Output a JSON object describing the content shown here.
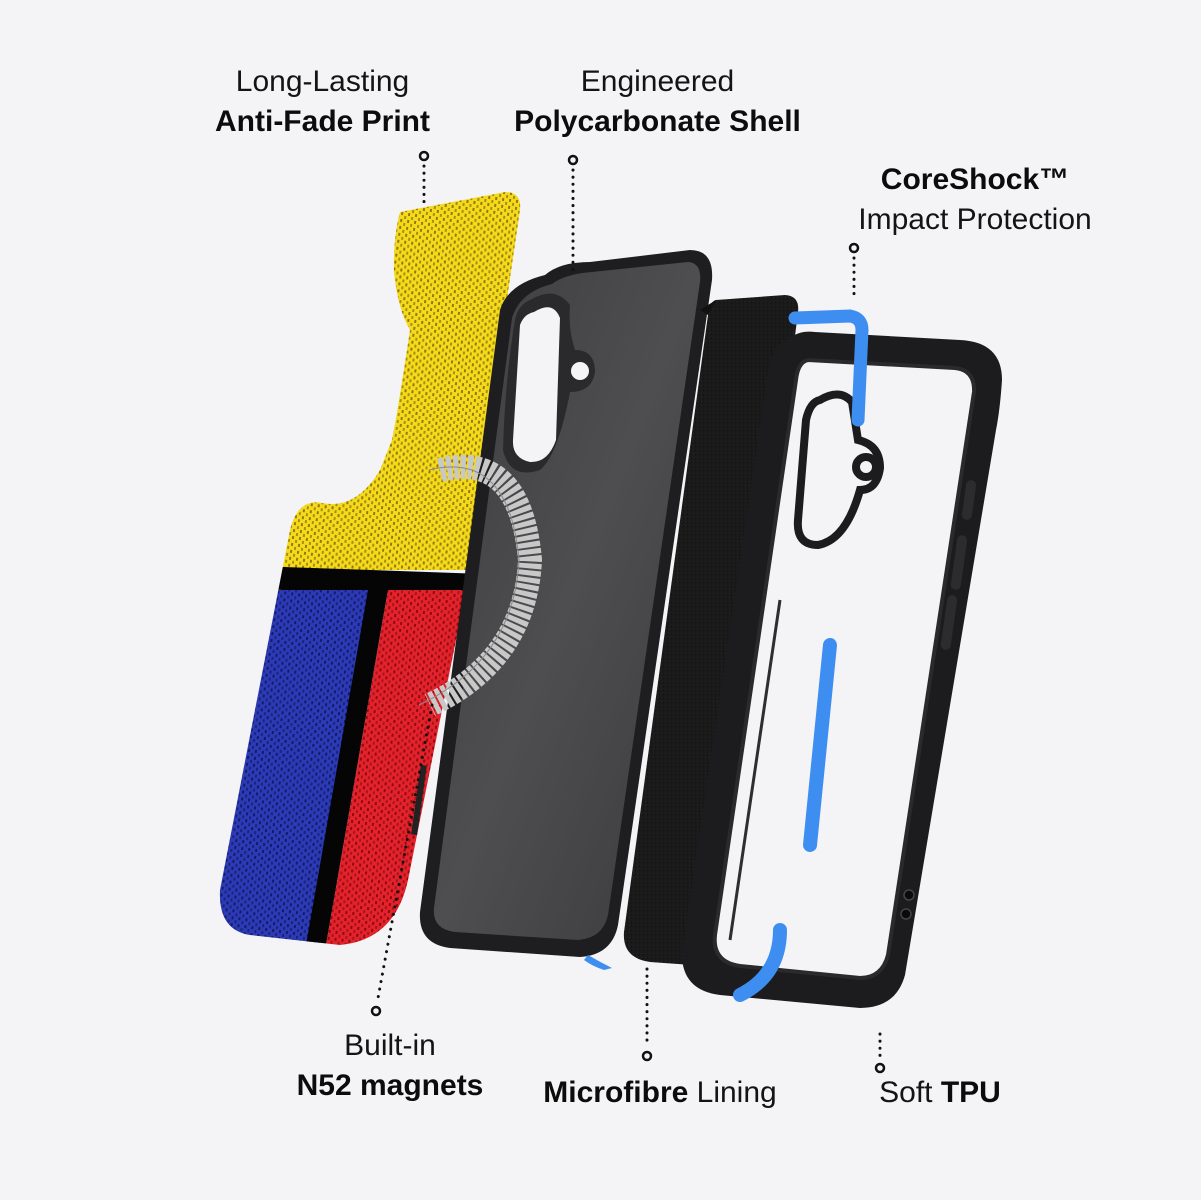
{
  "background": "#f4f4f6",
  "colors": {
    "text": "#111111",
    "shell": "#4a4a4c",
    "shell_rim": "#1e1e20",
    "lining": "#1a1a1a",
    "bumper": "#1c1c1e",
    "coreshock_blue": "#3d8ef0",
    "magnet_ring": "#d6d6d6",
    "print_yellow": "#f0d818",
    "print_blue": "#2a35b0",
    "print_red": "#e0202a",
    "print_black": "#050505"
  },
  "callouts": {
    "print": {
      "line1": "Long-Lasting",
      "line2": "Anti-Fade Print"
    },
    "shell": {
      "line1": "Engineered",
      "line2": "Polycarbonate Shell"
    },
    "coreshock": {
      "line1": "CoreShock™",
      "line2": "Impact Protection"
    },
    "magnets": {
      "line1": "Built-in",
      "line2": "N52 magnets"
    },
    "lining": {
      "bold": "Microfibre",
      "regular": " Lining"
    },
    "tpu": {
      "regular": "Soft ",
      "bold": "TPU"
    }
  },
  "layers": [
    {
      "name": "Anti-Fade Print",
      "pattern": "Mondrian-style woven print: yellow top, black band, blue and red blocks"
    },
    {
      "name": "N52 magnet ring"
    },
    {
      "name": "Polycarbonate Shell"
    },
    {
      "name": "Microfibre Lining"
    },
    {
      "name": "CoreShock Impact Protection"
    },
    {
      "name": "Soft TPU bumper"
    }
  ]
}
